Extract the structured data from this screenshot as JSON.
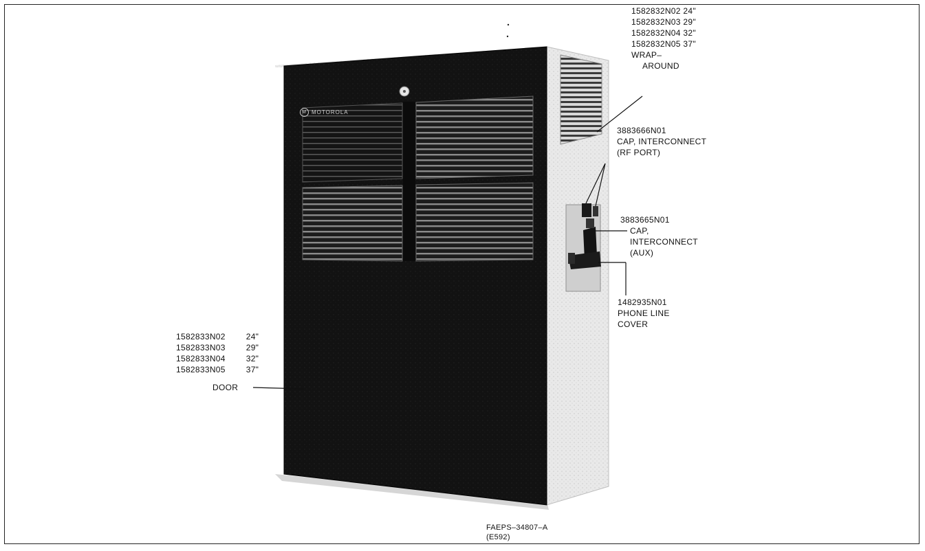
{
  "wraparound_parts": [
    {
      "part": "1582832N02",
      "size": "24\""
    },
    {
      "part": "1582832N03",
      "size": "29\""
    },
    {
      "part": "1582832N04",
      "size": "32\""
    },
    {
      "part": "1582832N05",
      "size": "37\""
    }
  ],
  "wraparound_name": [
    "WRAP–",
    "AROUND"
  ],
  "rf_cap": {
    "part": "3883666N01",
    "name": [
      "CAP, INTERCONNECT",
      "(RF PORT)"
    ]
  },
  "aux_cap": {
    "part": "3883665N01",
    "name": [
      "CAP,",
      "INTERCONNECT",
      "(AUX)"
    ]
  },
  "phone_cover": {
    "part": "1482935N01",
    "name": [
      "PHONE LINE",
      "COVER"
    ]
  },
  "door_parts": [
    {
      "part": "1582833N02",
      "size": "24\""
    },
    {
      "part": "1582833N03",
      "size": "29\""
    },
    {
      "part": "1582833N04",
      "size": "32\""
    },
    {
      "part": "1582833N05",
      "size": "37\""
    }
  ],
  "door_name": "DOOR",
  "figure_id": [
    "FAEPS–34807–A",
    "(E592)"
  ],
  "logo_text": "MOTOROLA",
  "colors": {
    "door": "#0e0e0e",
    "cabinet_side": "#ececec",
    "line": "#111111"
  }
}
